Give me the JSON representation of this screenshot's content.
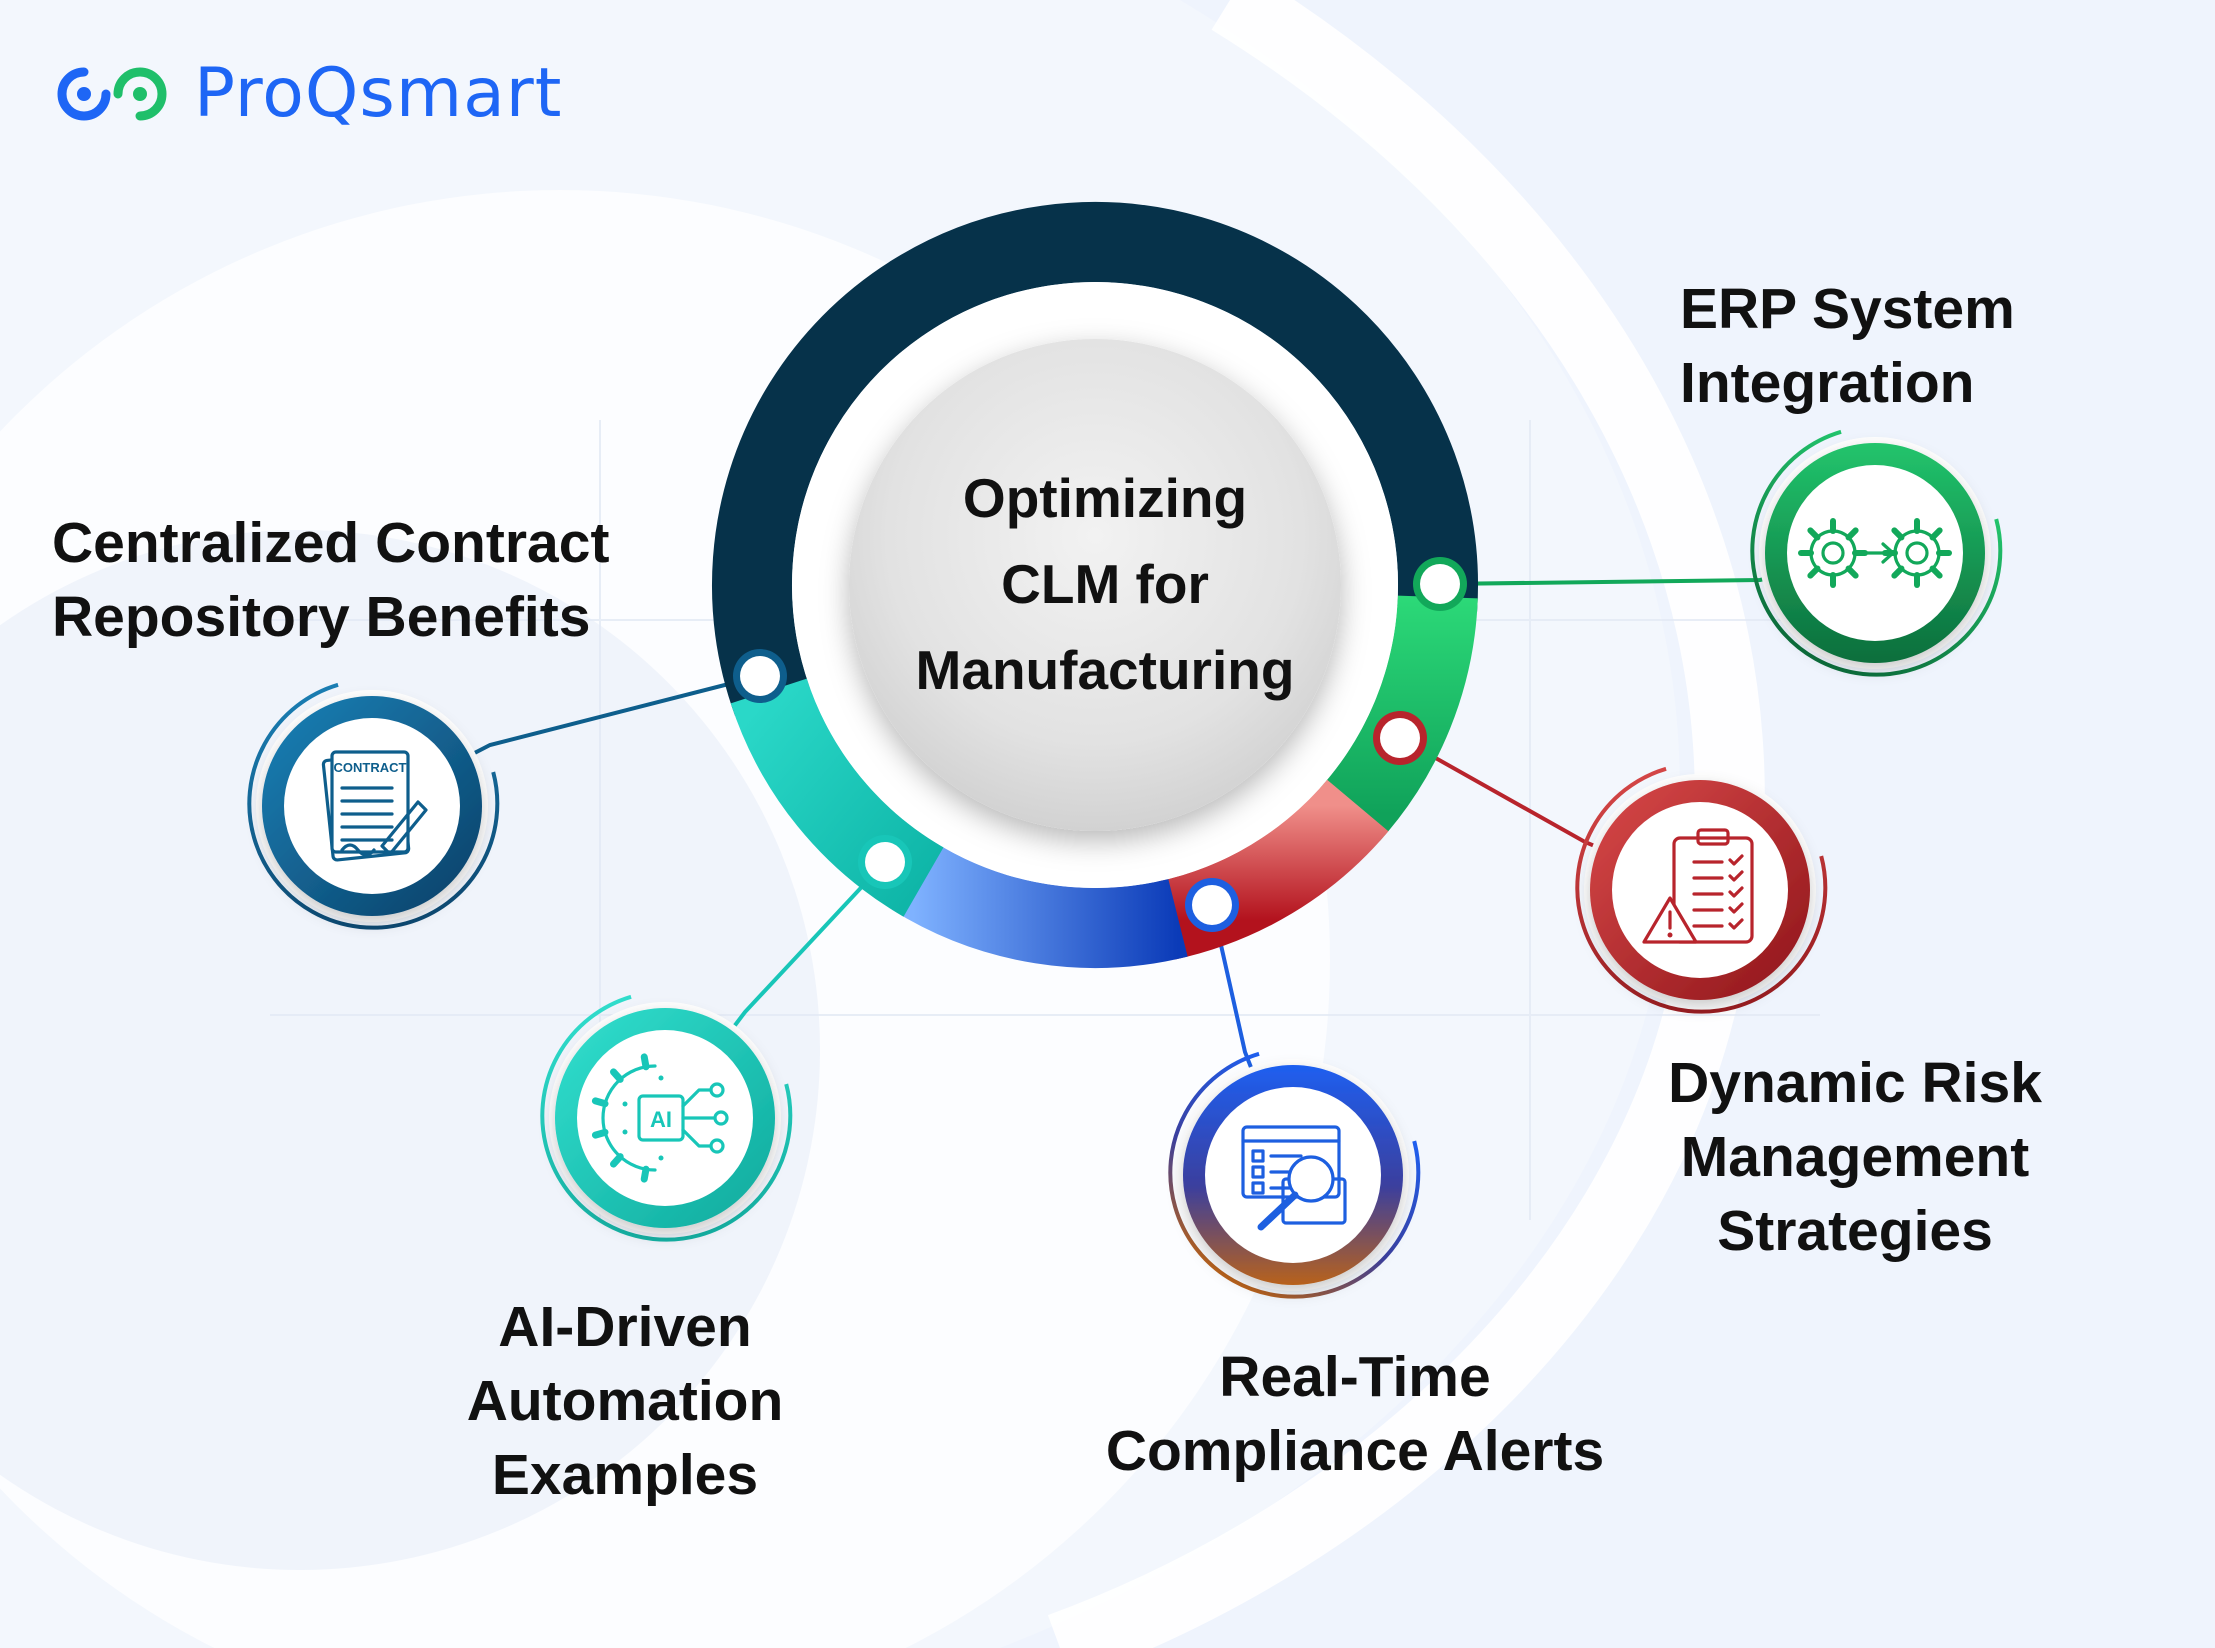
{
  "brand": {
    "name": "ProQsmart",
    "logo_icon": "proqsmart-logo-icon",
    "colors": {
      "blue": "#1e66f5",
      "green": "#1fbf6a"
    }
  },
  "center": {
    "lines": [
      "Optimizing",
      "CLM for",
      "Manufacturing"
    ]
  },
  "nodes": [
    {
      "key": "erp",
      "title_lines": [
        "ERP System",
        "Integration"
      ],
      "icon": "gears-arrow-icon",
      "color": "#12a85a"
    },
    {
      "key": "repository",
      "title_lines": [
        "Centralized Contract",
        "Repository Benefits"
      ],
      "icon": "contract-document-icon",
      "icon_text": "CONTRACT",
      "color": "#0e5e8c"
    },
    {
      "key": "risk",
      "title_lines": [
        "Dynamic Risk",
        "Management",
        "Strategies"
      ],
      "icon": "risk-checklist-icon",
      "color": "#b8242c"
    },
    {
      "key": "ai",
      "title_lines": [
        "AI-Driven",
        "Automation",
        "Examples"
      ],
      "icon": "ai-chip-gear-icon",
      "icon_text": "AI",
      "color": "#18c6b8"
    },
    {
      "key": "compliance",
      "title_lines": [
        "Real-Time",
        "Compliance Alerts"
      ],
      "icon": "compliance-search-icon",
      "color": "#1d5fe0"
    }
  ],
  "ring_colors": {
    "dark": "#06324a",
    "green": "#1fbf6a",
    "red": "#d8343b",
    "blue": "#1d4fd1",
    "teal": "#15c9b8"
  }
}
